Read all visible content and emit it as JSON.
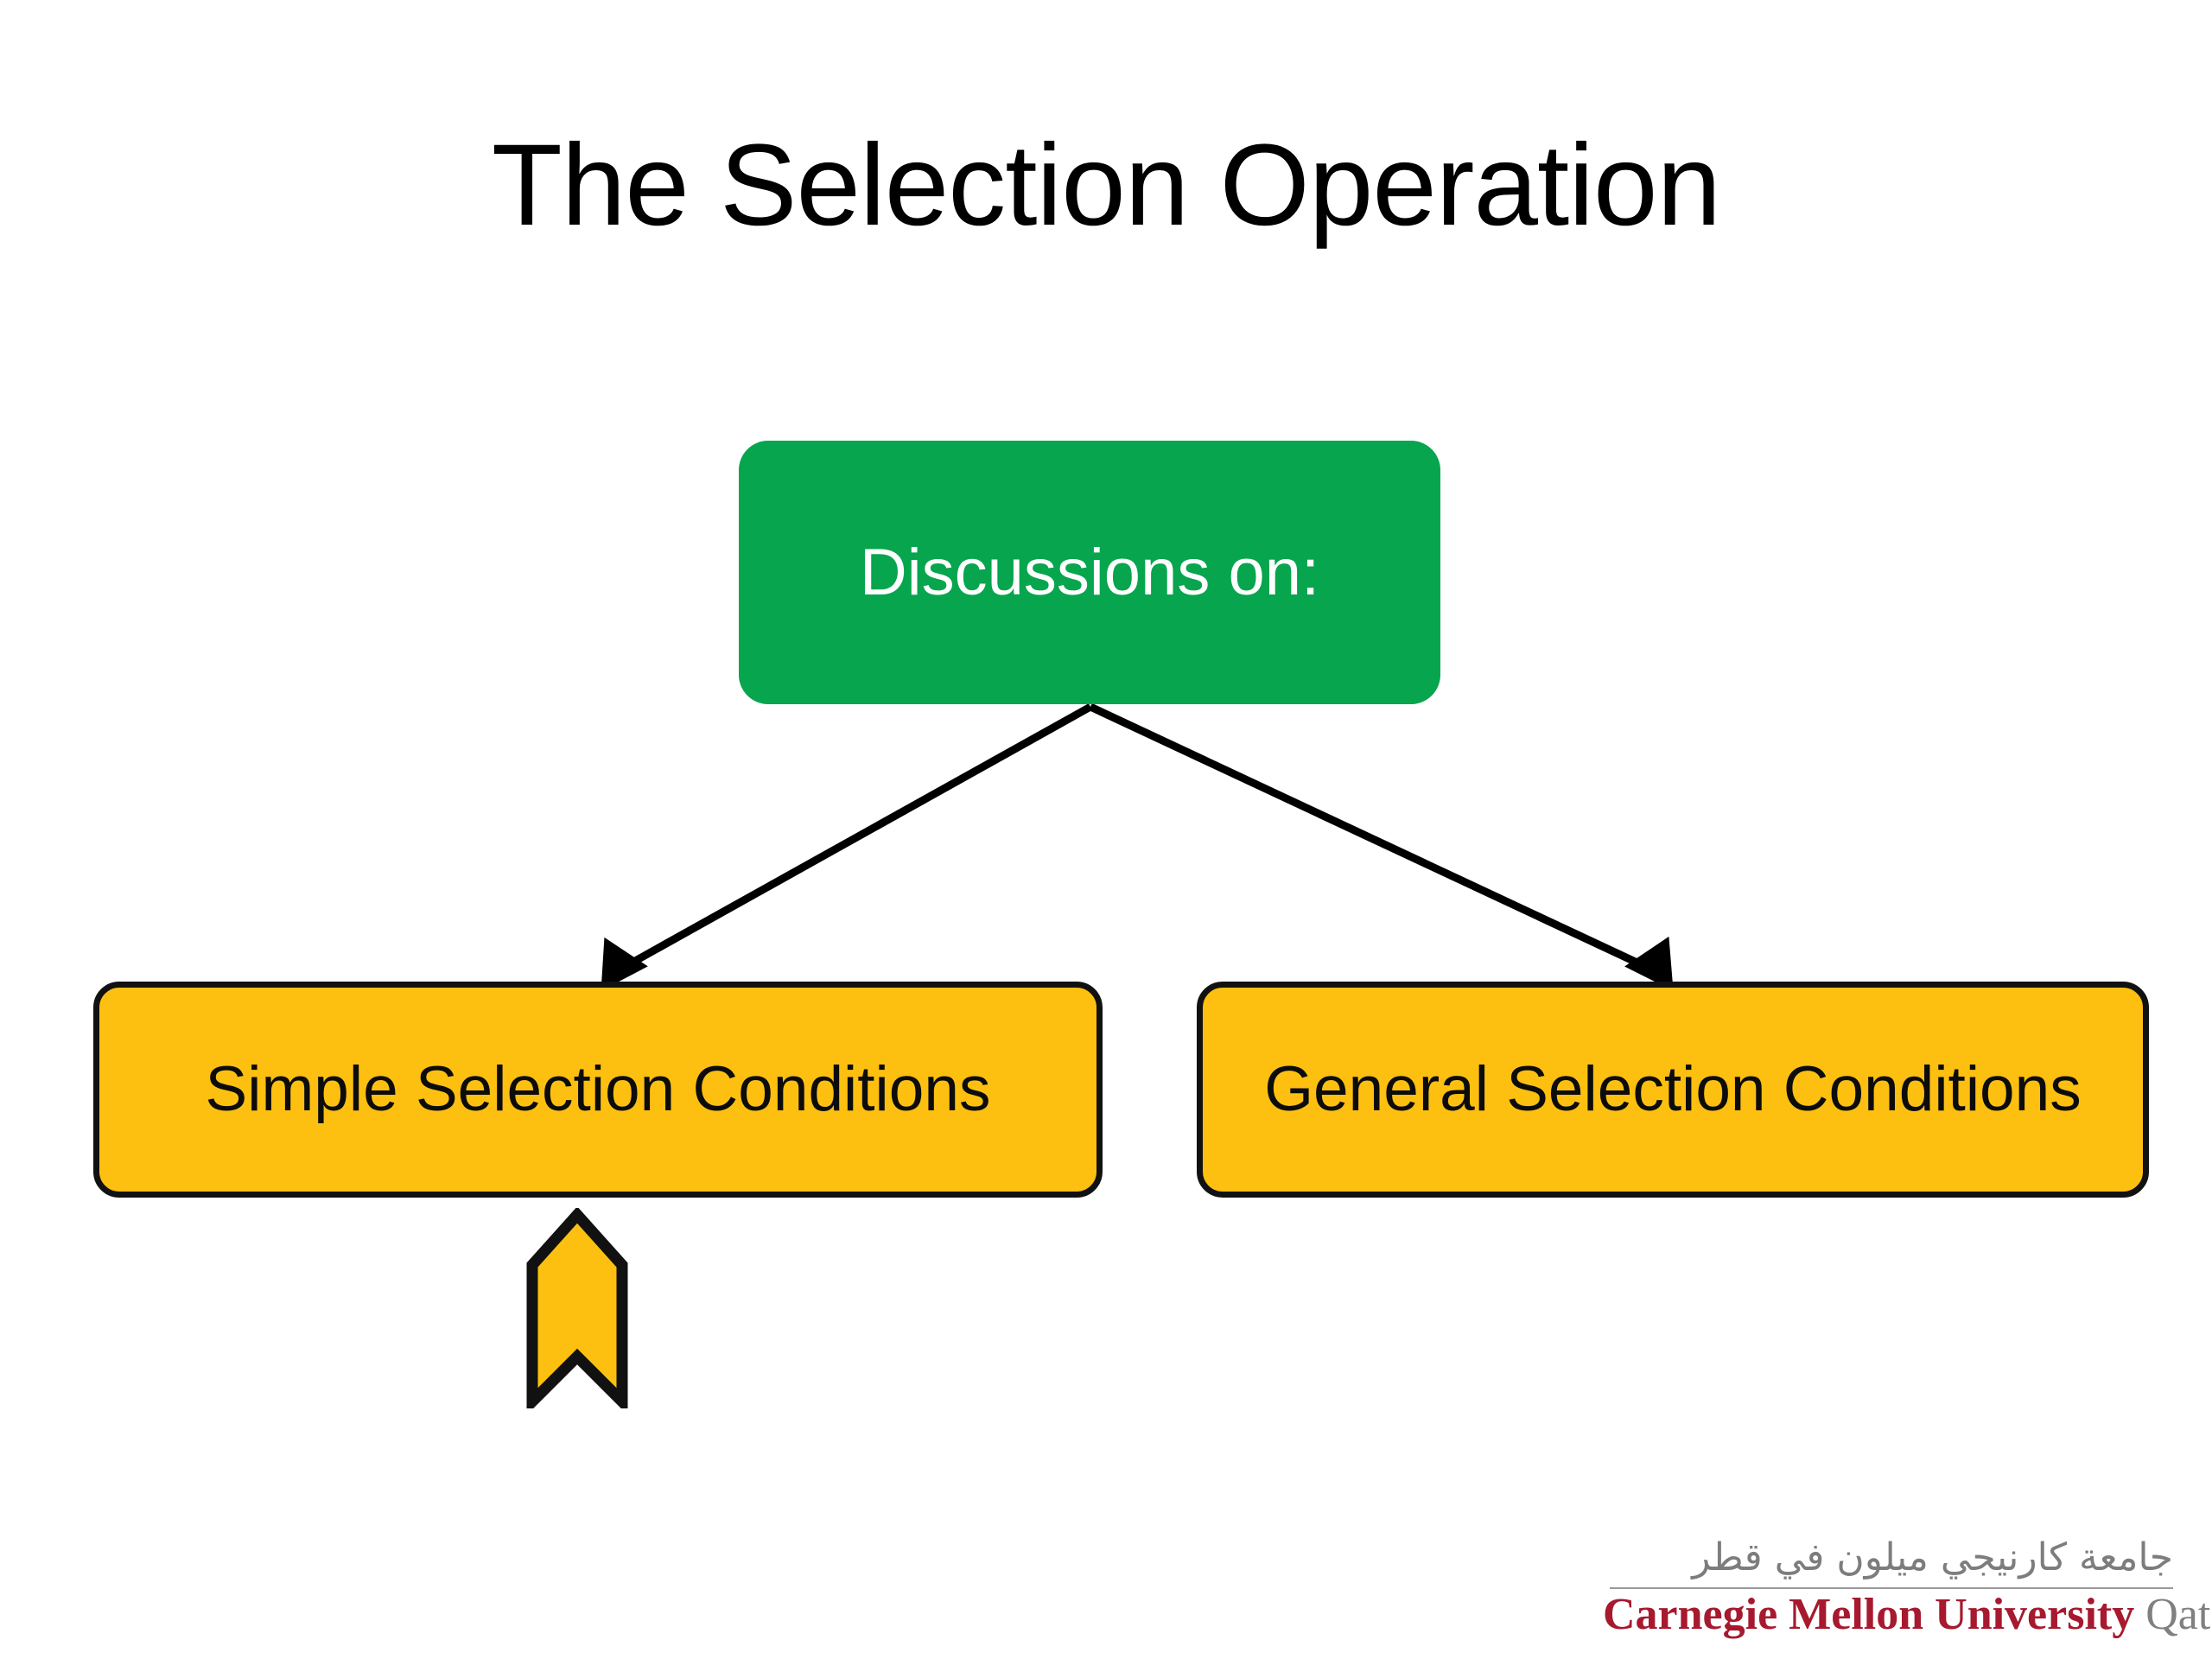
{
  "slide": {
    "title": "The Selection Operation",
    "background_color": "#FFFFFF"
  },
  "diagram": {
    "type": "tree",
    "root": {
      "label": "Discussions on:",
      "fill_color": "#07A54D",
      "text_color": "#FFFFFF"
    },
    "children": [
      {
        "label": "Simple Selection Conditions",
        "fill_color": "#FDC010",
        "border_color": "#111111",
        "text_color": "#0C0C0C",
        "marker": "up-chevron"
      },
      {
        "label": "General Selection Conditions",
        "fill_color": "#FDC010",
        "border_color": "#111111",
        "text_color": "#0C0C0C"
      }
    ],
    "connector_color": "#000000",
    "marker_fill_color": "#FDC010",
    "marker_border_color": "#111111"
  },
  "logo": {
    "arabic_text": "جامعة كارنيجي ميلون في قطر",
    "name": "Carnegie Mellon University ",
    "location": "Qatar",
    "name_color": "#A6192E",
    "location_color": "#808080",
    "arabic_color": "#7D7D7D"
  }
}
